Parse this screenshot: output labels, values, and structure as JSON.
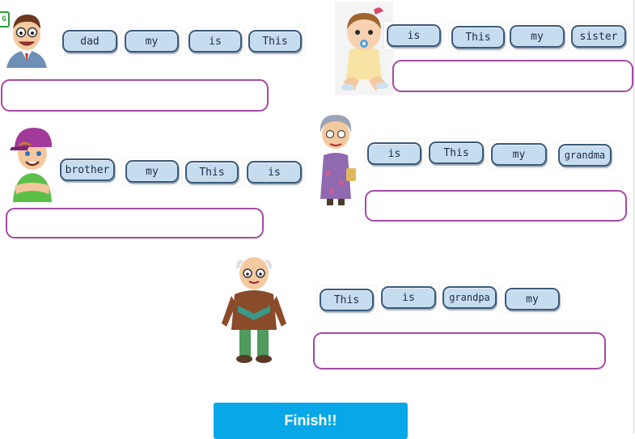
{
  "badge_text": "G",
  "rows": [
    {
      "character": "boy-with-glasses",
      "words": [
        "dad",
        "my",
        "is",
        "This"
      ]
    },
    {
      "character": "baby-girl",
      "words": [
        "is",
        "This",
        "my",
        "sister"
      ]
    },
    {
      "character": "boy-with-cap",
      "words": [
        "brother",
        "my",
        "This",
        "is"
      ]
    },
    {
      "character": "grandma",
      "words": [
        "is",
        "This",
        "my",
        "grandma"
      ]
    },
    {
      "character": "grandpa",
      "words": [
        "This",
        "is",
        "grandpa",
        "my"
      ]
    }
  ],
  "finish_button": {
    "label": "Finish!!"
  },
  "colors": {
    "tile_fill": "#c6dcef",
    "tile_border": "#3c5a78",
    "answer_border": "#a449a5",
    "finish_bg": "#08a8e8",
    "badge": "#2c9b3c"
  }
}
